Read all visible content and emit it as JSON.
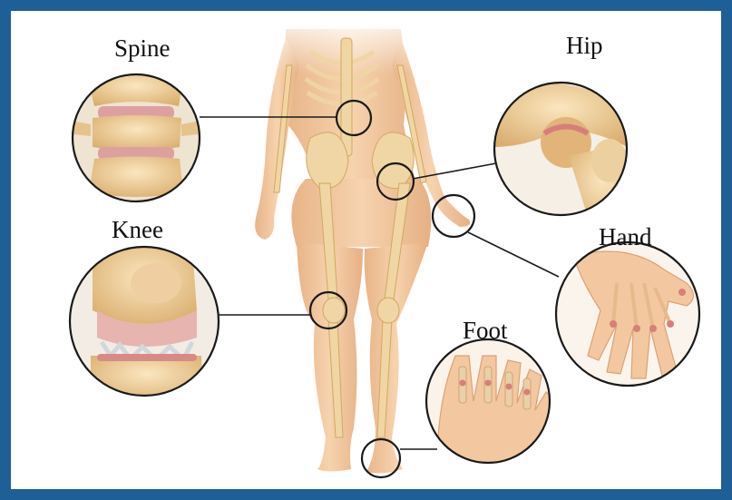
{
  "labels": {
    "spine": "Spine",
    "hip": "Hip",
    "knee": "Knee",
    "hand": "Hand",
    "foot": "Foot"
  },
  "colors": {
    "frame": "#1d5f96",
    "skin": "#f2c49a",
    "bone": "#e9c98f",
    "inflamed": "#d98c84",
    "outline": "#1a1a1a"
  }
}
